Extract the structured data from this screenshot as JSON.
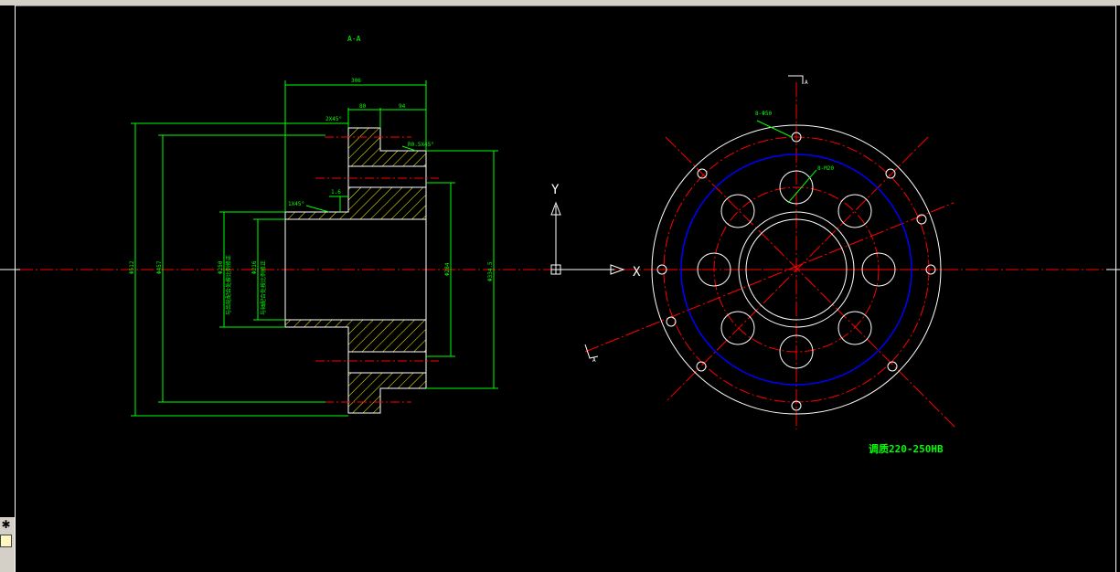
{
  "drawing": {
    "section_label": "A-A",
    "material_note": "调质220-250HB",
    "ucs_labels": {
      "x": "X",
      "y": "Y"
    },
    "section_mark": "A",
    "dims": {
      "width_total": "306",
      "width_a": "80",
      "width_b": "94",
      "chamfer_top": "2X45°",
      "chamfer_step": "R0.5X45°",
      "chamfer_inner": "1X45°",
      "step_small": "1.6",
      "dia_outer": "Φ512",
      "dia_pcd": "Φ457",
      "dia_bore1": "Φ250",
      "dia_bore2": "Φ216",
      "dia_hub": "Φ284",
      "dia_right": "Φ334.5",
      "bore_tol_note": "与齿轮配合处按比例修正",
      "bore_tol_note2": "与轴配合处按比例修正",
      "hole_top": "8-Φ50",
      "hole_small": "8-M20"
    }
  },
  "colors": {
    "background": "#000000",
    "outline": "#ffffff",
    "dimension": "#00ff00",
    "centerline": "#ff0000",
    "hatch": "#ffff00",
    "pitch_circle": "#0000ff"
  }
}
